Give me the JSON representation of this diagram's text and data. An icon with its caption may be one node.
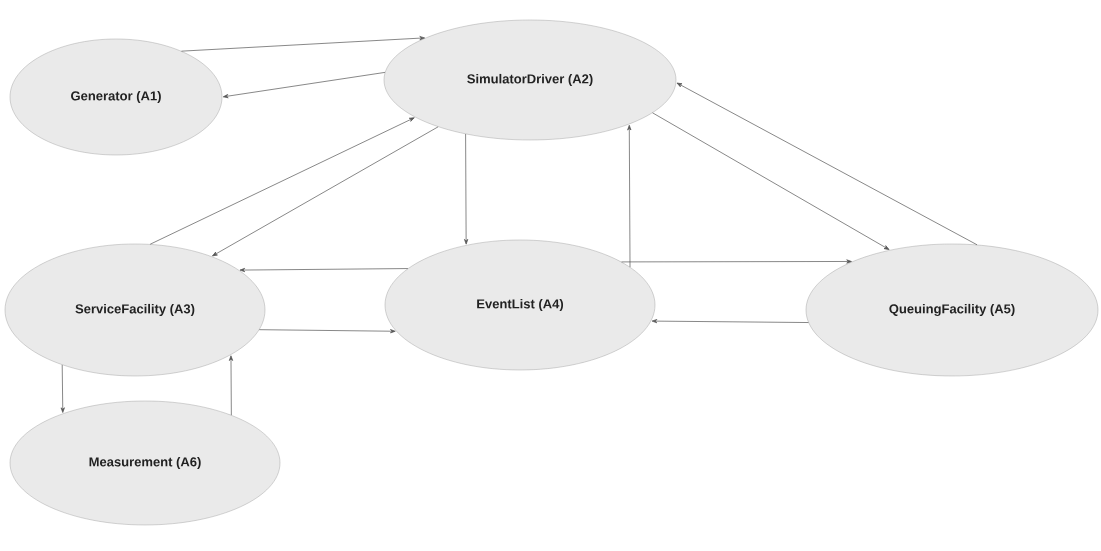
{
  "diagram": {
    "nodes": [
      {
        "text": [
          "Generator (A1)"
        ]
      },
      {
        "text": [
          "SimulatorDriver (A2)"
        ]
      },
      {
        "text": [
          "ServiceFacility (A3)"
        ]
      },
      {
        "text": [
          "EventList (A4)"
        ]
      },
      {
        "text": [
          "QueuingFacility  (A5)"
        ]
      },
      {
        "text": [
          "Measurement (A6)"
        ]
      }
    ],
    "edges": [
      {
        "from": 0,
        "to": 1,
        "arrow": "to"
      },
      {
        "from": 1,
        "to": 0,
        "arrow": "to"
      },
      {
        "from": 2,
        "to": 1,
        "arrow": "to"
      },
      {
        "from": 1,
        "to": 2,
        "arrow": "to"
      },
      {
        "from": 1,
        "to": 3,
        "arrow": "to"
      },
      {
        "from": 3,
        "to": 1,
        "arrow": "to"
      },
      {
        "from": 1,
        "to": 4,
        "arrow": "to"
      },
      {
        "from": 4,
        "to": 1,
        "arrow": "to"
      },
      {
        "from": 3,
        "to": 2,
        "arrow": "to"
      },
      {
        "from": 2,
        "to": 3,
        "arrow": "to"
      },
      {
        "from": 3,
        "to": 4,
        "arrow": "to"
      },
      {
        "from": 4,
        "to": 3,
        "arrow": "to"
      },
      {
        "from": 2,
        "to": 5,
        "arrow": "to"
      },
      {
        "from": 5,
        "to": 2,
        "arrow": "to"
      }
    ]
  }
}
